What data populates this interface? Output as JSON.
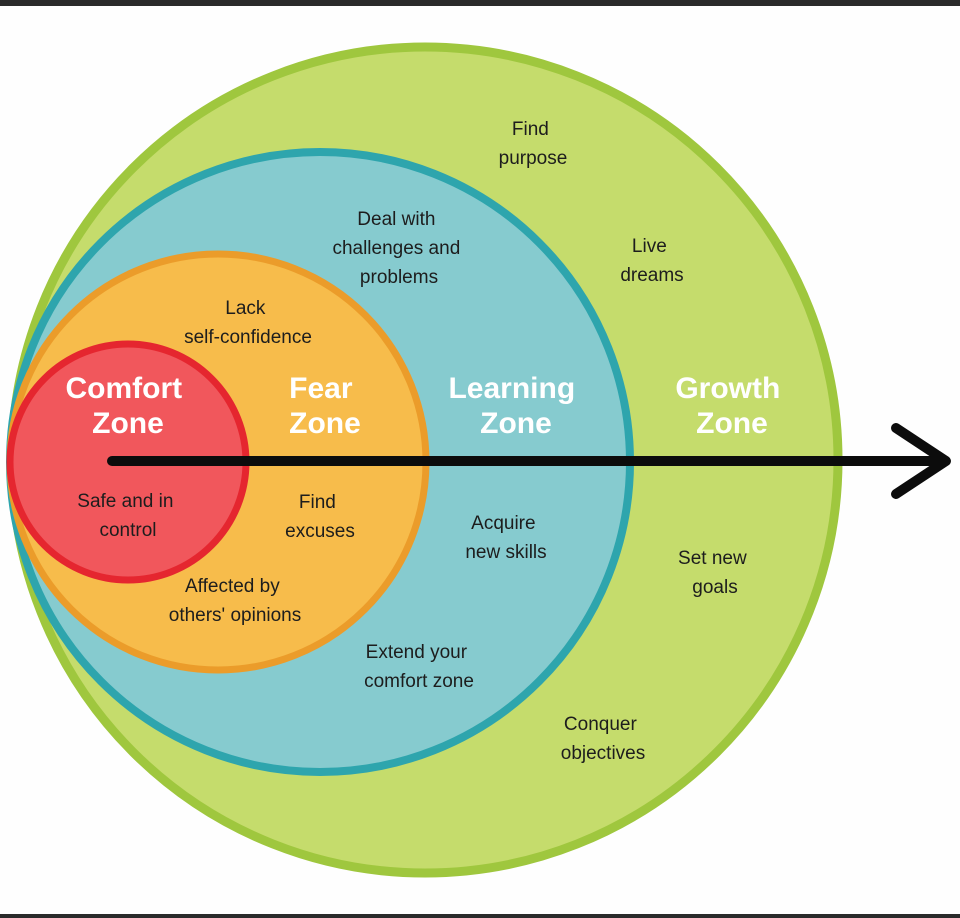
{
  "colors": {
    "growth_fill": "#c5dc6c",
    "growth_stroke": "#9fc73e",
    "learning_fill": "#86cbcf",
    "learning_stroke": "#2ea5ad",
    "fear_fill": "#f7bc4b",
    "fear_stroke": "#eb9c2a",
    "comfort_fill": "#f1575c",
    "comfort_stroke": "#e5262f",
    "arrow": "#0c0c0c"
  },
  "zones": {
    "comfort": {
      "title_line1": "Comfort",
      "title_line2": "Zone"
    },
    "fear": {
      "title_line1": "Fear",
      "title_line2": "Zone"
    },
    "learning": {
      "title_line1": "Learning",
      "title_line2": "Zone"
    },
    "growth": {
      "title_line1": "Growth",
      "title_line2": "Zone"
    }
  },
  "notes": {
    "comfort": {
      "safe_line1": "Safe and in",
      "safe_line2": "control"
    },
    "fear": {
      "lack_line1": "Lack",
      "lack_line2": "self-confidence",
      "excuses_line1": "Find",
      "excuses_line2": "excuses",
      "affected_line1": "Affected by",
      "affected_line2": "others' opinions"
    },
    "learning": {
      "deal_line1": "Deal with",
      "deal_line2": "challenges and",
      "deal_line3": "problems",
      "acquire_line1": "Acquire",
      "acquire_line2": "new skills",
      "extend_line1": "Extend your",
      "extend_line2": "comfort zone"
    },
    "growth": {
      "purpose_line1": "Find",
      "purpose_line2": "purpose",
      "dreams_line1": "Live",
      "dreams_line2": "dreams",
      "goals_line1": "Set new",
      "goals_line2": "goals",
      "conquer_line1": "Conquer",
      "conquer_line2": "objectives"
    }
  }
}
